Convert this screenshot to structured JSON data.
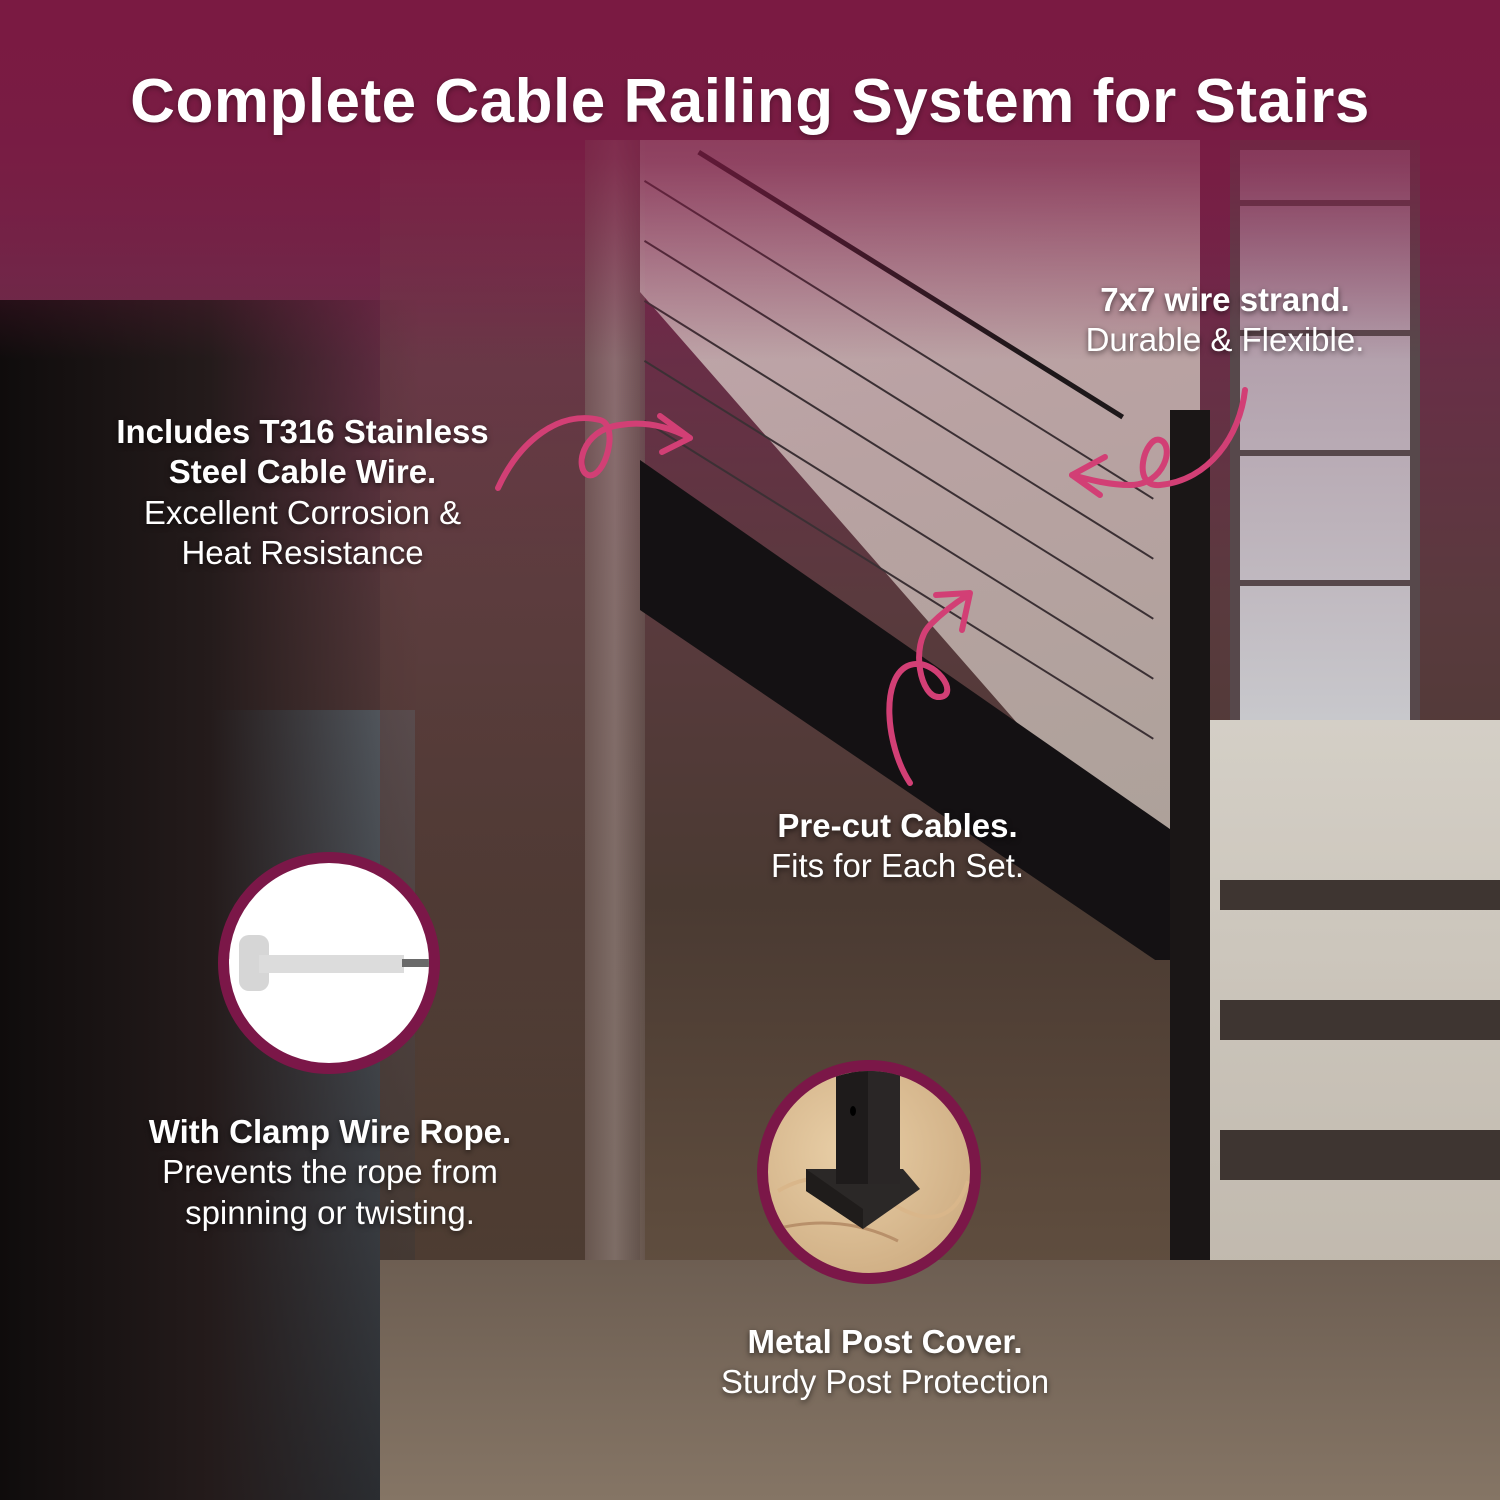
{
  "title": "Complete Cable Railing System for Stairs",
  "colors": {
    "brand_maroon": "#7b1748",
    "arrow_pink": "#d23f75",
    "text": "#ffffff"
  },
  "callouts": [
    {
      "id": "t316",
      "heading_lines": [
        "Includes T316 Stainless",
        "Steel Cable Wire."
      ],
      "body_lines": [
        "Excellent Corrosion &",
        "Heat Resistance"
      ]
    },
    {
      "id": "strand",
      "heading_lines": [
        "7x7 wire strand."
      ],
      "body_lines": [
        "Durable & Flexible."
      ]
    },
    {
      "id": "precut",
      "heading_lines": [
        "Pre-cut Cables."
      ],
      "body_lines": [
        "Fits for Each Set."
      ]
    },
    {
      "id": "clamp",
      "heading_lines": [
        "With Clamp Wire Rope."
      ],
      "body_lines": [
        "Prevents the rope from",
        "spinning or twisting."
      ]
    },
    {
      "id": "postcover",
      "heading_lines": [
        "Metal Post Cover."
      ],
      "body_lines": [
        "Sturdy Post Protection"
      ]
    }
  ],
  "badges": [
    {
      "id": "clamp-badge",
      "icon": "wire-rope-clamp-icon"
    },
    {
      "id": "post-cover-badge",
      "icon": "post-cover-icon"
    }
  ],
  "arrows": [
    {
      "id": "arrow-t316",
      "direction": "right"
    },
    {
      "id": "arrow-strand",
      "direction": "left"
    },
    {
      "id": "arrow-precut",
      "direction": "up-right"
    }
  ]
}
